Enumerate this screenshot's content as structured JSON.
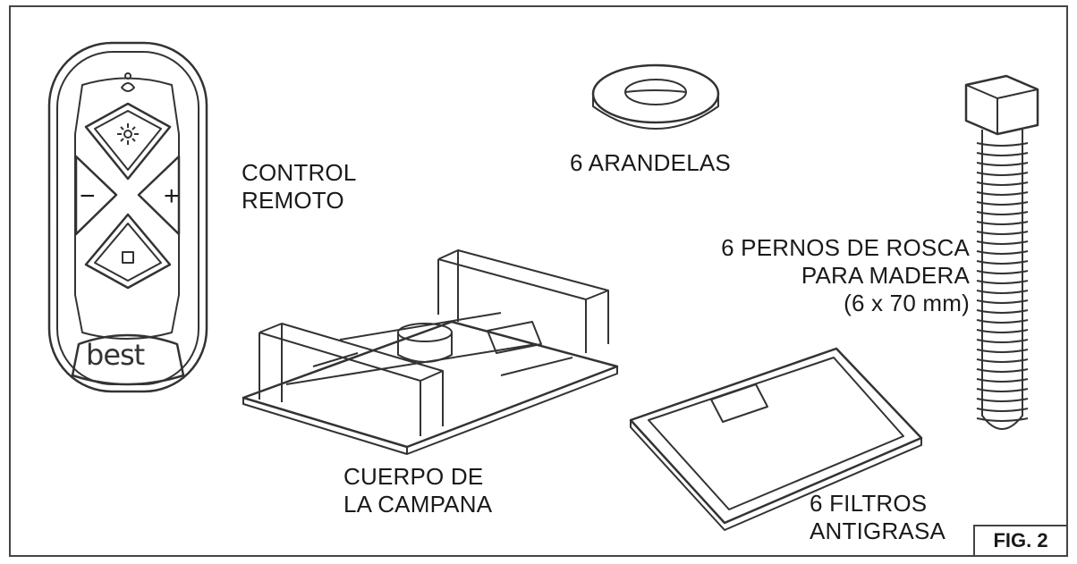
{
  "labels": {
    "remote_line1": "CONTROL",
    "remote_line2": "REMOTO",
    "washers": "6 ARANDELAS",
    "screws_line1": "6 PERNOS DE ROSCA",
    "screws_line2": "PARA MADERA",
    "screws_line3": "(6 x 70 mm)",
    "hood_line1": "CUERPO DE",
    "hood_line2": "LA CAMPANA",
    "filters_line1": "6 FILTROS",
    "filters_line2": "ANTIGRASA"
  },
  "figure_label": "FIG. 2",
  "remote": {
    "logo_text": "best",
    "button_minus": "−",
    "button_plus": "+"
  },
  "colors": {
    "line": "#333333",
    "frame": "#444444"
  }
}
